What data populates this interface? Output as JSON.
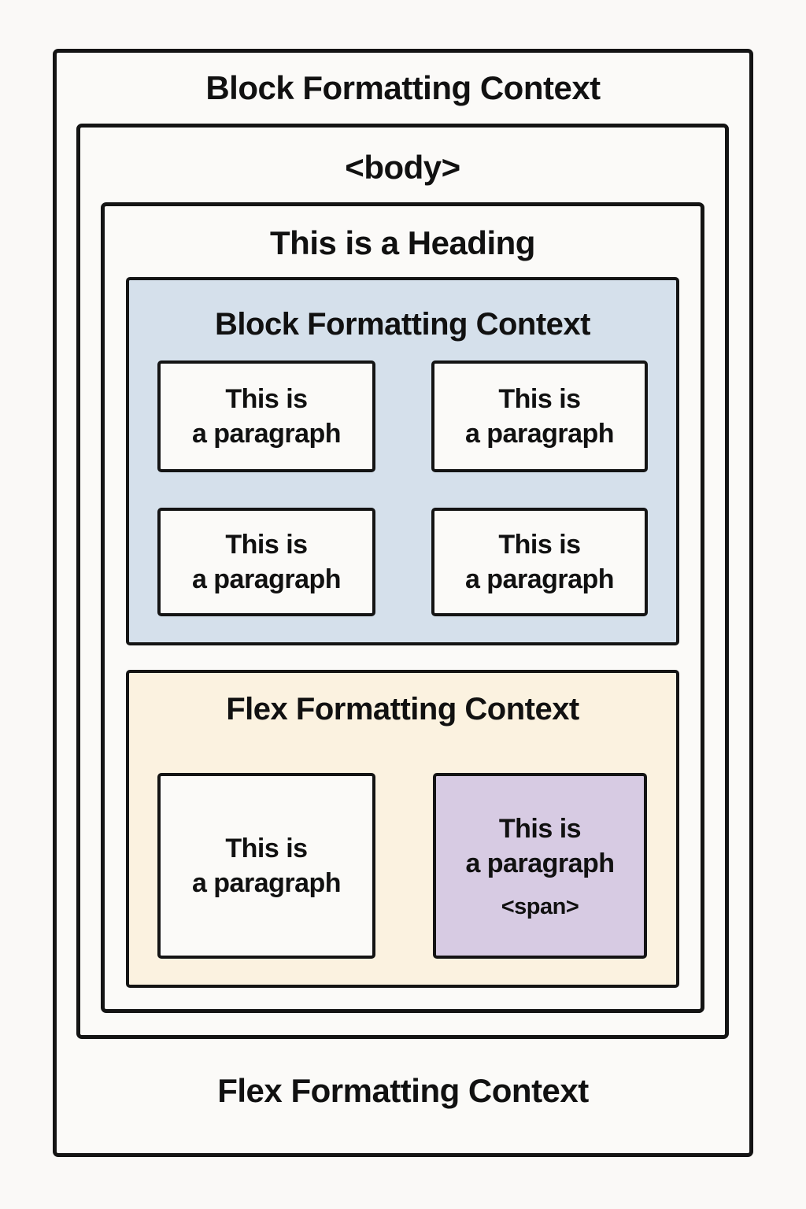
{
  "diagram": {
    "outer_box_title": "Block Formatting Context",
    "body_box_title": "<body>",
    "heading_box_title": "This is a Heading",
    "block_context": {
      "title": "Block Formatting Context",
      "paragraphs": [
        "This is\na paragraph",
        "This is\na paragraph",
        "This is\na paragraph",
        "This is\na paragraph"
      ]
    },
    "flex_context": {
      "title": "Flex Formatting Context",
      "paragraph": "This is\na paragraph",
      "paragraph_with_span": "This is\na paragraph",
      "span_label": "<span>"
    },
    "bottom_label": "Flex Formatting Context",
    "colors": {
      "page_background": "#faf9f7",
      "box_fill": "#fbfaf8",
      "block_context_fill": "#d5e0eb",
      "flex_context_fill": "#fbf2e0",
      "span_paragraph_fill": "#d7cbe3",
      "border_color": "#141414"
    }
  }
}
